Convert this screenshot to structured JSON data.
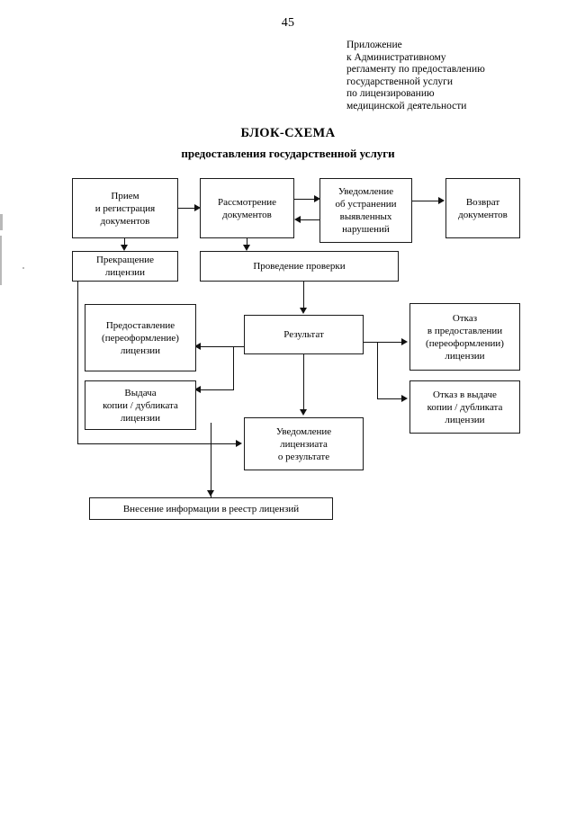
{
  "page": {
    "number": "45"
  },
  "appendix": {
    "lines": [
      "Приложение",
      "к Административному",
      "регламенту по предоставлению",
      "государственной услуги",
      "по лицензированию",
      "медицинской деятельности"
    ]
  },
  "title": {
    "main": "БЛОК-СХЕМА",
    "sub": "предоставления государственной услуги"
  },
  "flowchart": {
    "nodes": {
      "intake": "Прием\nи регистрация\nдокументов",
      "review": "Рассмотрение\nдокументов",
      "violation_notice": "Уведомление\nоб устранении\nвыявленных\nнарушений",
      "return_docs": "Возврат\nдокументов",
      "terminate": "Прекращение\nлицензии",
      "inspection": "Проведение проверки",
      "grant": "Предоставление\n(переоформление)\nлицензии",
      "result": "Результат",
      "refusal_grant": "Отказ\nв предоставлении\n(переоформлении)\nлицензии",
      "issue_copy": "Выдача\nкопии / дубликата\nлицензии",
      "refusal_copy": "Отказ в выдаче\nкопии / дубликата\nлицензии",
      "notify_licensee": "Уведомление\nлицензиата\nо результате",
      "registry": "Внесение информации в реестр лицензий"
    }
  },
  "colors": {
    "ink": "#111111",
    "paper": "#ffffff",
    "scan_artifact": "#b9b9b9"
  }
}
